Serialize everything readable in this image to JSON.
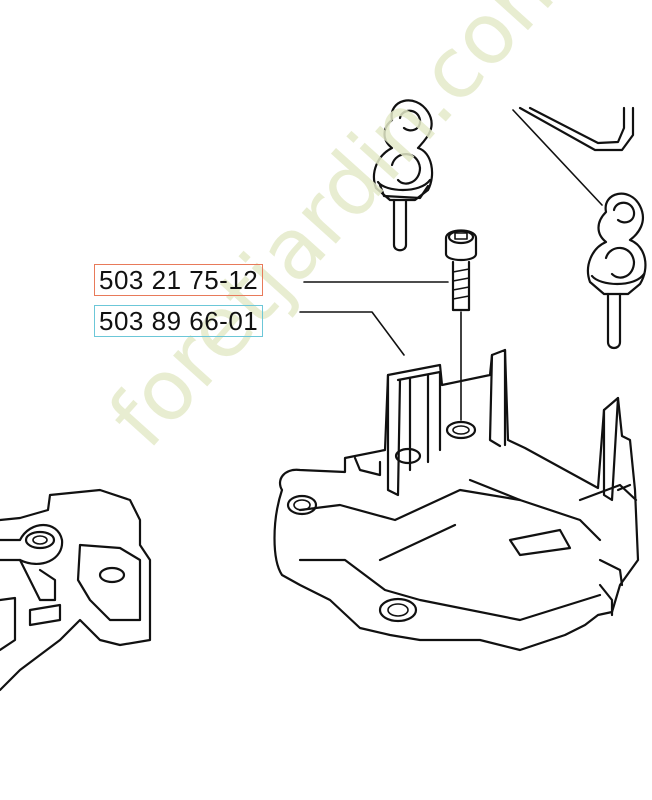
{
  "labels": {
    "part1": "503 21 75-12",
    "part2": "503 89 66-01"
  },
  "watermark": "foretjardin.com",
  "colors": {
    "line": "#111111",
    "label1_box": "#e87a5a",
    "label2_box": "#6cc7d8",
    "watermark": "#e4eac9"
  },
  "icons": [
    "screw-icon",
    "rubber-mount-icon",
    "housing-bracket-icon"
  ]
}
